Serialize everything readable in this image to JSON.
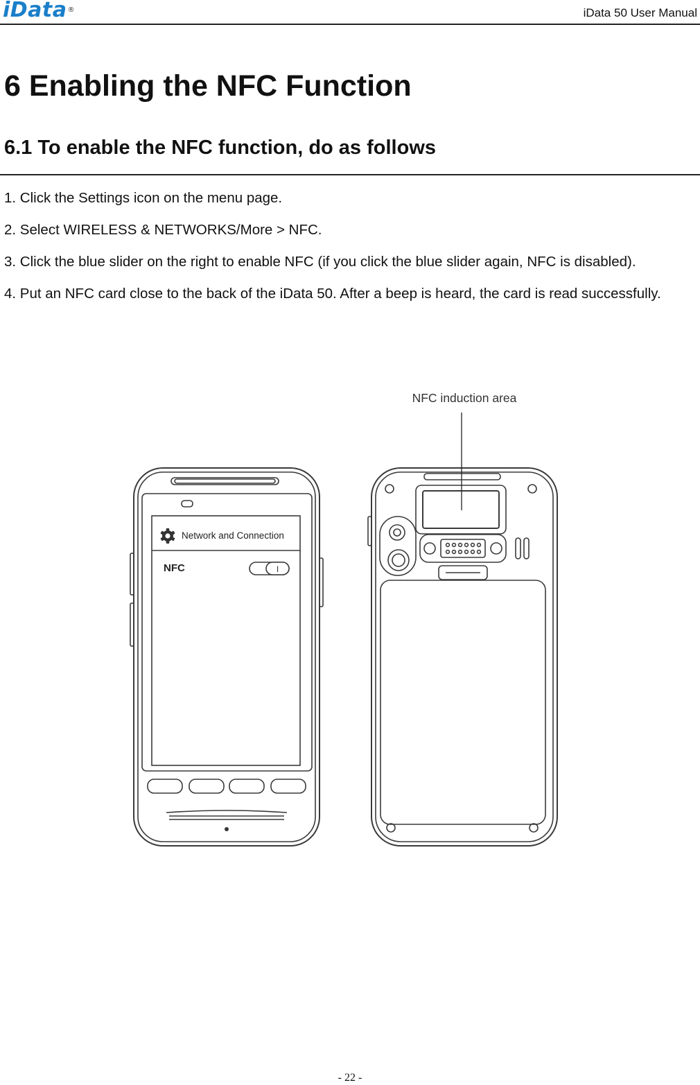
{
  "header": {
    "logo": "iData",
    "logo_mark": "®",
    "title": "iData 50 User Manual"
  },
  "section": {
    "heading": "6 Enabling the NFC Function",
    "subheading": "6.1 To enable the NFC function, do as follows"
  },
  "steps": [
    "1. Click the Settings icon on the menu page.",
    "2. Select WIRELESS & NETWORKS/More > NFC.",
    "3. Click the blue slider on the right to enable NFC (if you click the blue slider again, NFC is disabled).",
    "4. Put an NFC card close to the back of the iData 50. After a beep is heard, the card is read successfully."
  ],
  "figure": {
    "callout": "NFC induction area",
    "screen_header": "Network and Connection",
    "screen_item": "NFC",
    "toggle_symbol": "I",
    "front_icons": [
      "gear-icon"
    ]
  },
  "footer": {
    "page": "-  22  -"
  }
}
